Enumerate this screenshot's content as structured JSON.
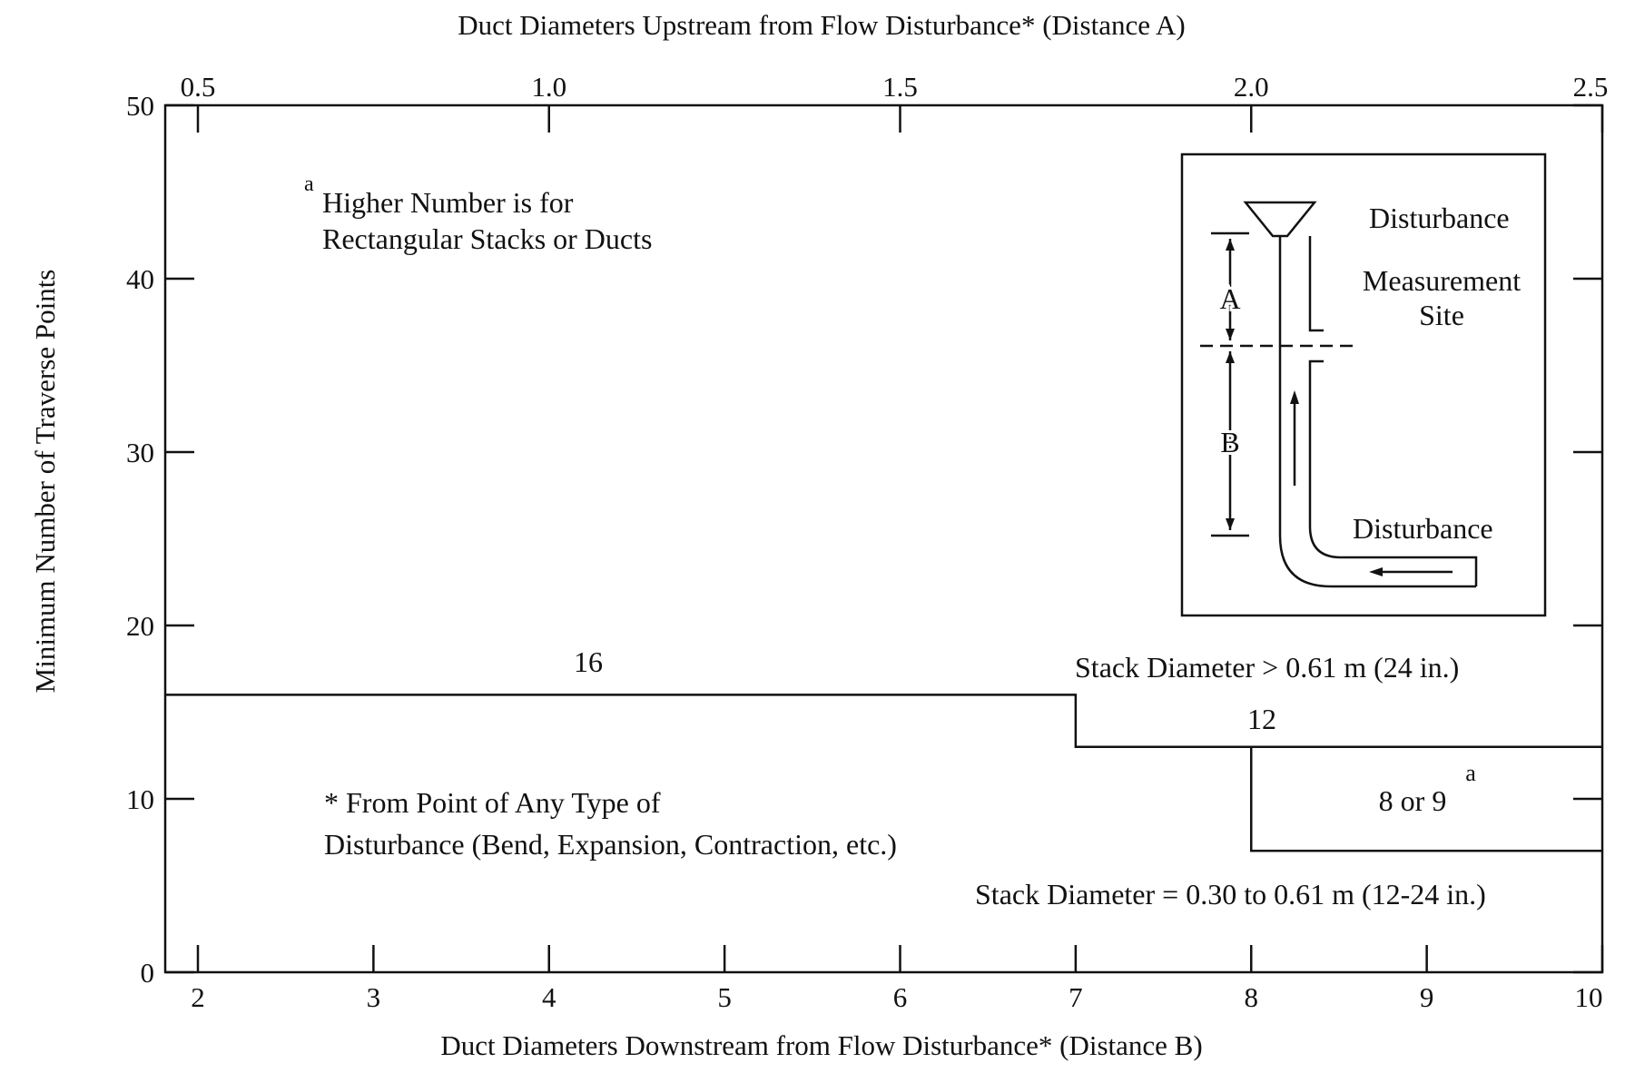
{
  "chart_data": {
    "type": "line",
    "top_axis": {
      "label": "Duct Diameters Upstream from Flow Disturbance* (Distance A)",
      "range": [
        0.5,
        2.5
      ],
      "ticks": [
        "0.5",
        "1.0",
        "1.5",
        "2.0",
        "2.5"
      ]
    },
    "bottom_axis": {
      "label": "Duct Diameters Downstream from Flow Disturbance* (Distance B)",
      "range": [
        2,
        10
      ],
      "ticks": [
        "2",
        "3",
        "4",
        "5",
        "6",
        "7",
        "8",
        "9",
        "10"
      ]
    },
    "y_axis": {
      "label": "Minimum Number of Traverse Points",
      "range": [
        0,
        50
      ],
      "ticks": [
        "0",
        "10",
        "20",
        "30",
        "40",
        "50"
      ]
    },
    "grid": false,
    "series": [
      {
        "name": "Stack Diameter > 0.61 m (24 in.)",
        "points": [
          [
            2,
            16
          ],
          [
            7,
            16
          ],
          [
            7,
            13
          ],
          [
            10,
            13
          ]
        ],
        "labels": [
          "16",
          "12"
        ]
      },
      {
        "name": "Stack Diameter = 0.30 to 0.61 m (12-24 in.)",
        "points": [
          [
            8,
            13
          ],
          [
            8,
            7
          ],
          [
            10,
            7
          ]
        ],
        "labels": [
          "8 or 9"
        ],
        "label_superscript": "a"
      }
    ],
    "annotations": {
      "footnote_a_mark": "a",
      "footnote_a_line1": "Higher Number is for",
      "footnote_a_line2": "Rectangular Stacks or Ducts",
      "footnote_star_line1": "* From Point of Any Type of",
      "footnote_star_line2": "Disturbance (Bend, Expansion, Contraction, etc.)"
    },
    "inset": {
      "disturbance_top": "Disturbance",
      "measurement_line1": "Measurement",
      "measurement_line2": "Site",
      "label_a": "A",
      "label_b": "B",
      "disturbance_bottom": "Disturbance"
    }
  }
}
